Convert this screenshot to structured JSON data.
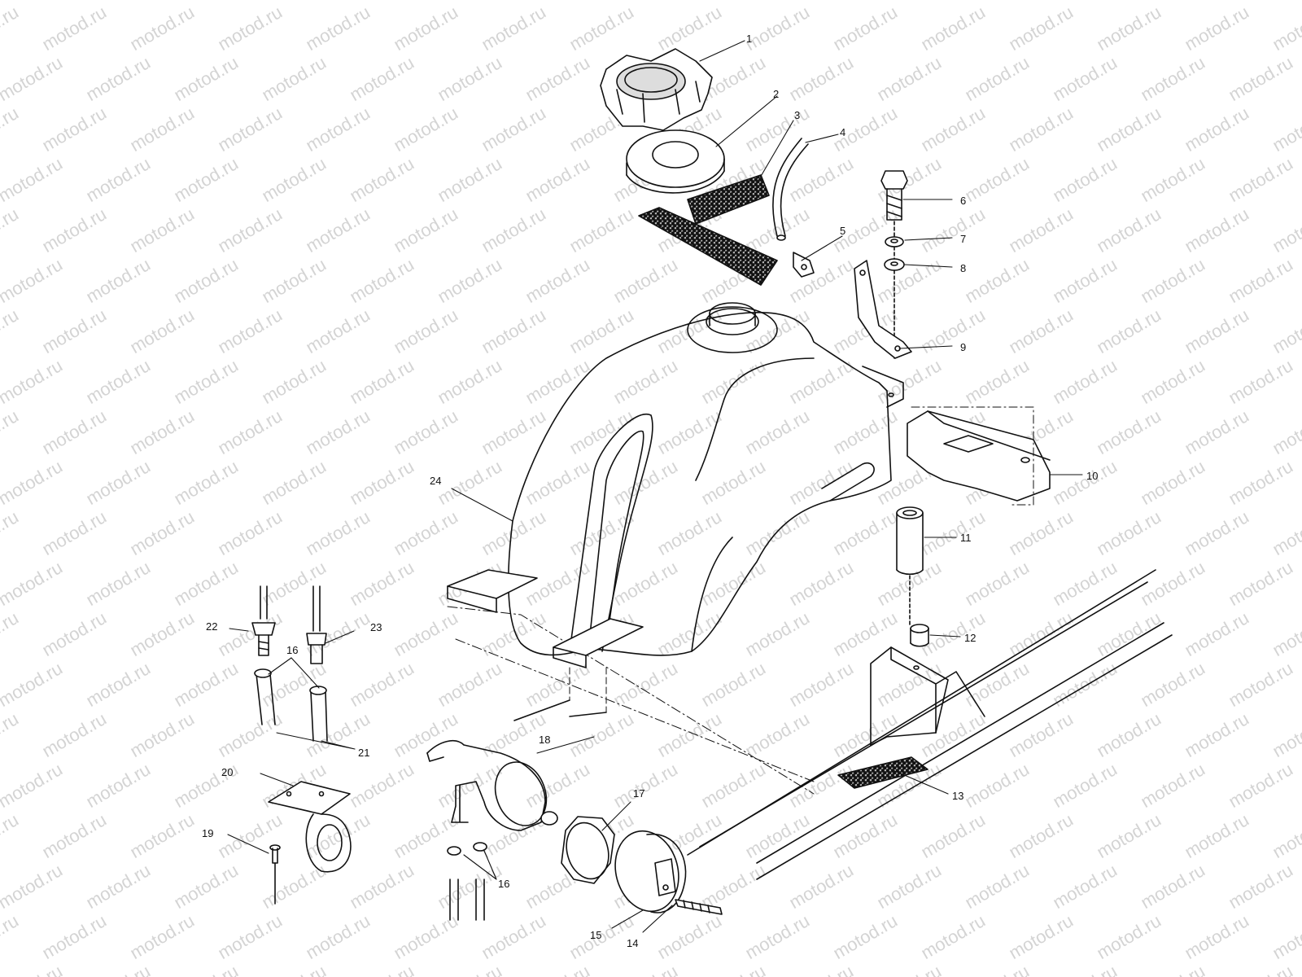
{
  "watermark": "motod.ru",
  "callouts": [
    {
      "id": "1",
      "label": "1"
    },
    {
      "id": "2",
      "label": "2"
    },
    {
      "id": "3",
      "label": "3"
    },
    {
      "id": "4",
      "label": "4"
    },
    {
      "id": "5",
      "label": "5"
    },
    {
      "id": "6",
      "label": "6"
    },
    {
      "id": "7",
      "label": "7"
    },
    {
      "id": "8",
      "label": "8"
    },
    {
      "id": "9",
      "label": "9"
    },
    {
      "id": "10",
      "label": "10"
    },
    {
      "id": "11",
      "label": "11"
    },
    {
      "id": "12",
      "label": "12"
    },
    {
      "id": "13",
      "label": "13"
    },
    {
      "id": "14",
      "label": "14"
    },
    {
      "id": "15",
      "label": "15"
    },
    {
      "id": "16a",
      "label": "16"
    },
    {
      "id": "16b",
      "label": "16"
    },
    {
      "id": "17",
      "label": "17"
    },
    {
      "id": "18",
      "label": "18"
    },
    {
      "id": "19",
      "label": "19"
    },
    {
      "id": "20",
      "label": "20"
    },
    {
      "id": "21",
      "label": "21"
    },
    {
      "id": "22",
      "label": "22"
    },
    {
      "id": "23",
      "label": "23"
    },
    {
      "id": "24",
      "label": "24"
    }
  ]
}
